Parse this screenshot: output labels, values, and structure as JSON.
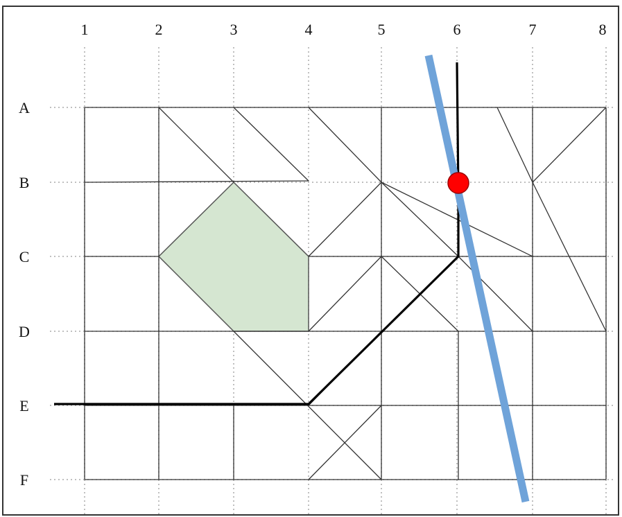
{
  "grid": {
    "column_labels": [
      "1",
      "2",
      "3",
      "4",
      "5",
      "6",
      "7",
      "8"
    ],
    "row_labels": [
      "A",
      "B",
      "C",
      "D",
      "E",
      "F"
    ]
  },
  "colors": {
    "frame": "#333333",
    "grid_line": "#333333",
    "guide_dots": "#aaaaaa",
    "shaded_region_fill": "#d5e6d1",
    "shaded_region_stroke": "#555555",
    "path_line": "#000000",
    "blue_line": "#6fa3d9",
    "marker_fill": "#ff0000",
    "marker_stroke": "#990000"
  }
}
